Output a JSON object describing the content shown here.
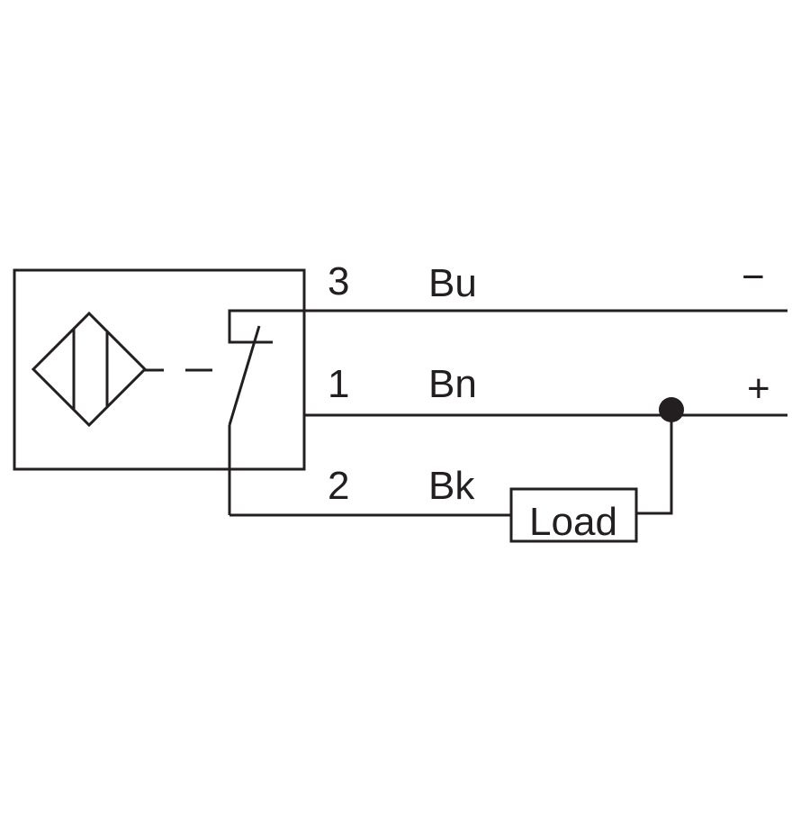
{
  "wires": [
    {
      "number": "3",
      "code": "Bu",
      "polarity": "−"
    },
    {
      "number": "1",
      "code": "Bn",
      "polarity": "+"
    },
    {
      "number": "2",
      "code": "Bk",
      "polarity": ""
    }
  ],
  "load_label": "Load",
  "colors": {
    "line": "#231f20",
    "background": "#ffffff"
  }
}
